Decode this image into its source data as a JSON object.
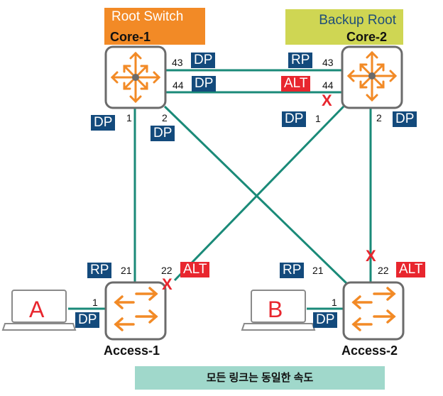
{
  "roles": {
    "root": {
      "title": "Root Switch",
      "device": "Core-1"
    },
    "backup": {
      "title": "Backup Root",
      "device": "Core-2"
    }
  },
  "devices": {
    "core1": "Core-1",
    "core2": "Core-2",
    "access1": "Access-1",
    "access2": "Access-2",
    "hostA": "A",
    "hostB": "B"
  },
  "ports": {
    "core1_43": {
      "num": "43",
      "role": "DP"
    },
    "core1_44": {
      "num": "44",
      "role": "DP"
    },
    "core1_1": {
      "num": "1",
      "role": "DP"
    },
    "core1_2": {
      "num": "2",
      "role": "DP"
    },
    "core2_43": {
      "num": "43",
      "role": "RP"
    },
    "core2_44": {
      "num": "44",
      "role": "ALT"
    },
    "core2_1": {
      "num": "1",
      "role": "DP"
    },
    "core2_2": {
      "num": "2",
      "role": "DP"
    },
    "access1_21": {
      "num": "21",
      "role": "RP"
    },
    "access1_22": {
      "num": "22",
      "role": "ALT"
    },
    "access1_1": {
      "num": "1",
      "role": "DP"
    },
    "access2_21": {
      "num": "21",
      "role": "RP"
    },
    "access2_22": {
      "num": "22",
      "role": "ALT"
    },
    "access2_1": {
      "num": "1",
      "role": "DP"
    }
  },
  "blocked_marker": "X",
  "legend": "모든 링크는 동일한 속도",
  "colors": {
    "link": "#1a8a78",
    "dp_rp_tag": "#134a7c",
    "alt_tag": "#e8262e",
    "switch_icon": "#f28a26",
    "root_box": "#f28a26",
    "backup_box": "#cfd653",
    "legend_bg": "#a0d8cb",
    "host_label": "#e8262e"
  }
}
